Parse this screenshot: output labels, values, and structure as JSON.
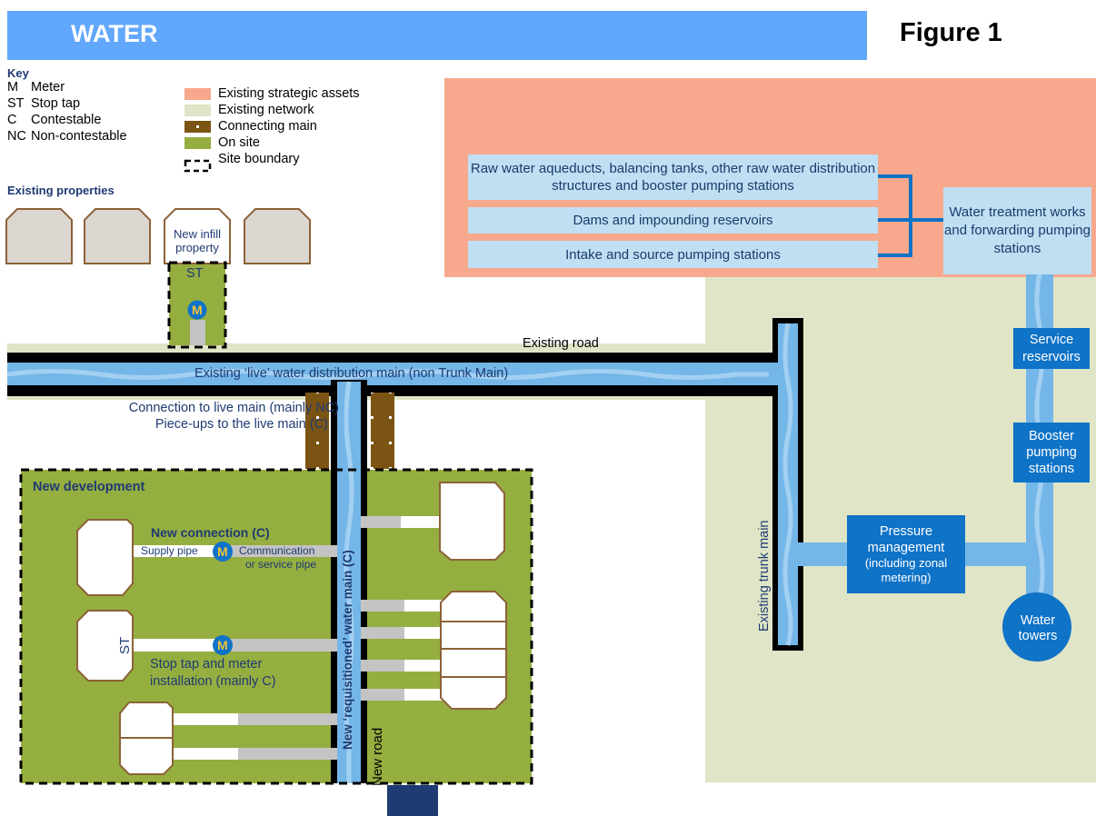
{
  "header": {
    "title": "WATER",
    "figure": "Figure 1"
  },
  "key": {
    "title": "Key",
    "abbreviations": [
      {
        "code": "M",
        "meaning": "Meter"
      },
      {
        "code": "ST",
        "meaning": "Stop tap"
      },
      {
        "code": "C",
        "meaning": "Contestable"
      },
      {
        "code": "NC",
        "meaning": "Non-contestable"
      }
    ],
    "legend": [
      {
        "label": "Existing strategic assets",
        "color": "#f8a88d"
      },
      {
        "label": "Existing network",
        "color": "#dfe5c6"
      },
      {
        "label": "Connecting main",
        "color": "#7b5414"
      },
      {
        "label": "On site",
        "color": "#95ae40"
      },
      {
        "label": "Site boundary",
        "color": "#000000"
      }
    ]
  },
  "existing_properties": {
    "title": "Existing properties",
    "infill": "New infill property",
    "stop_tap": "ST",
    "meter": "M"
  },
  "strategic": {
    "sources": [
      "Raw water aqueducts, balancing tanks, other raw water distribution structures and booster pumping stations",
      "Dams and impounding reservoirs",
      "Intake and source pumping stations"
    ],
    "treatment": "Water treatment works and forwarding pumping stations"
  },
  "network": {
    "road": "Existing road",
    "main": "Existing ‘live’ water distribution main (non Trunk Main)",
    "connection": "Connection to live main (mainly NC)",
    "pieceups": "Piece-ups to the live main (C)",
    "trunk": "Existing trunk main",
    "service_reservoirs": "Service reservoirs",
    "booster": "Booster pumping stations",
    "pressure_title": "Pressure management",
    "pressure_sub": "(including zonal metering)",
    "towers": "Water towers"
  },
  "development": {
    "title": "New development",
    "new_connection": "New connection (C)",
    "supply_pipe": "Supply pipe",
    "comm_pipe_1": "Communication",
    "comm_pipe_2": "or service pipe",
    "st": "ST",
    "meter": "M",
    "stoptap_1": "Stop tap and meter",
    "stoptap_2": "installation (mainly C)",
    "requisitioned": "New ‘requisitioned’ water main (C)",
    "new_road": "New road"
  },
  "colors": {
    "header": "#61a7fb",
    "strategic": "#f8a88d",
    "network": "#dfe5c6",
    "onsite": "#95ae40",
    "connecting": "#7b5414",
    "water": "#74b6e8",
    "dark_box": "#0f73c7",
    "light_box": "#c0dff3"
  }
}
